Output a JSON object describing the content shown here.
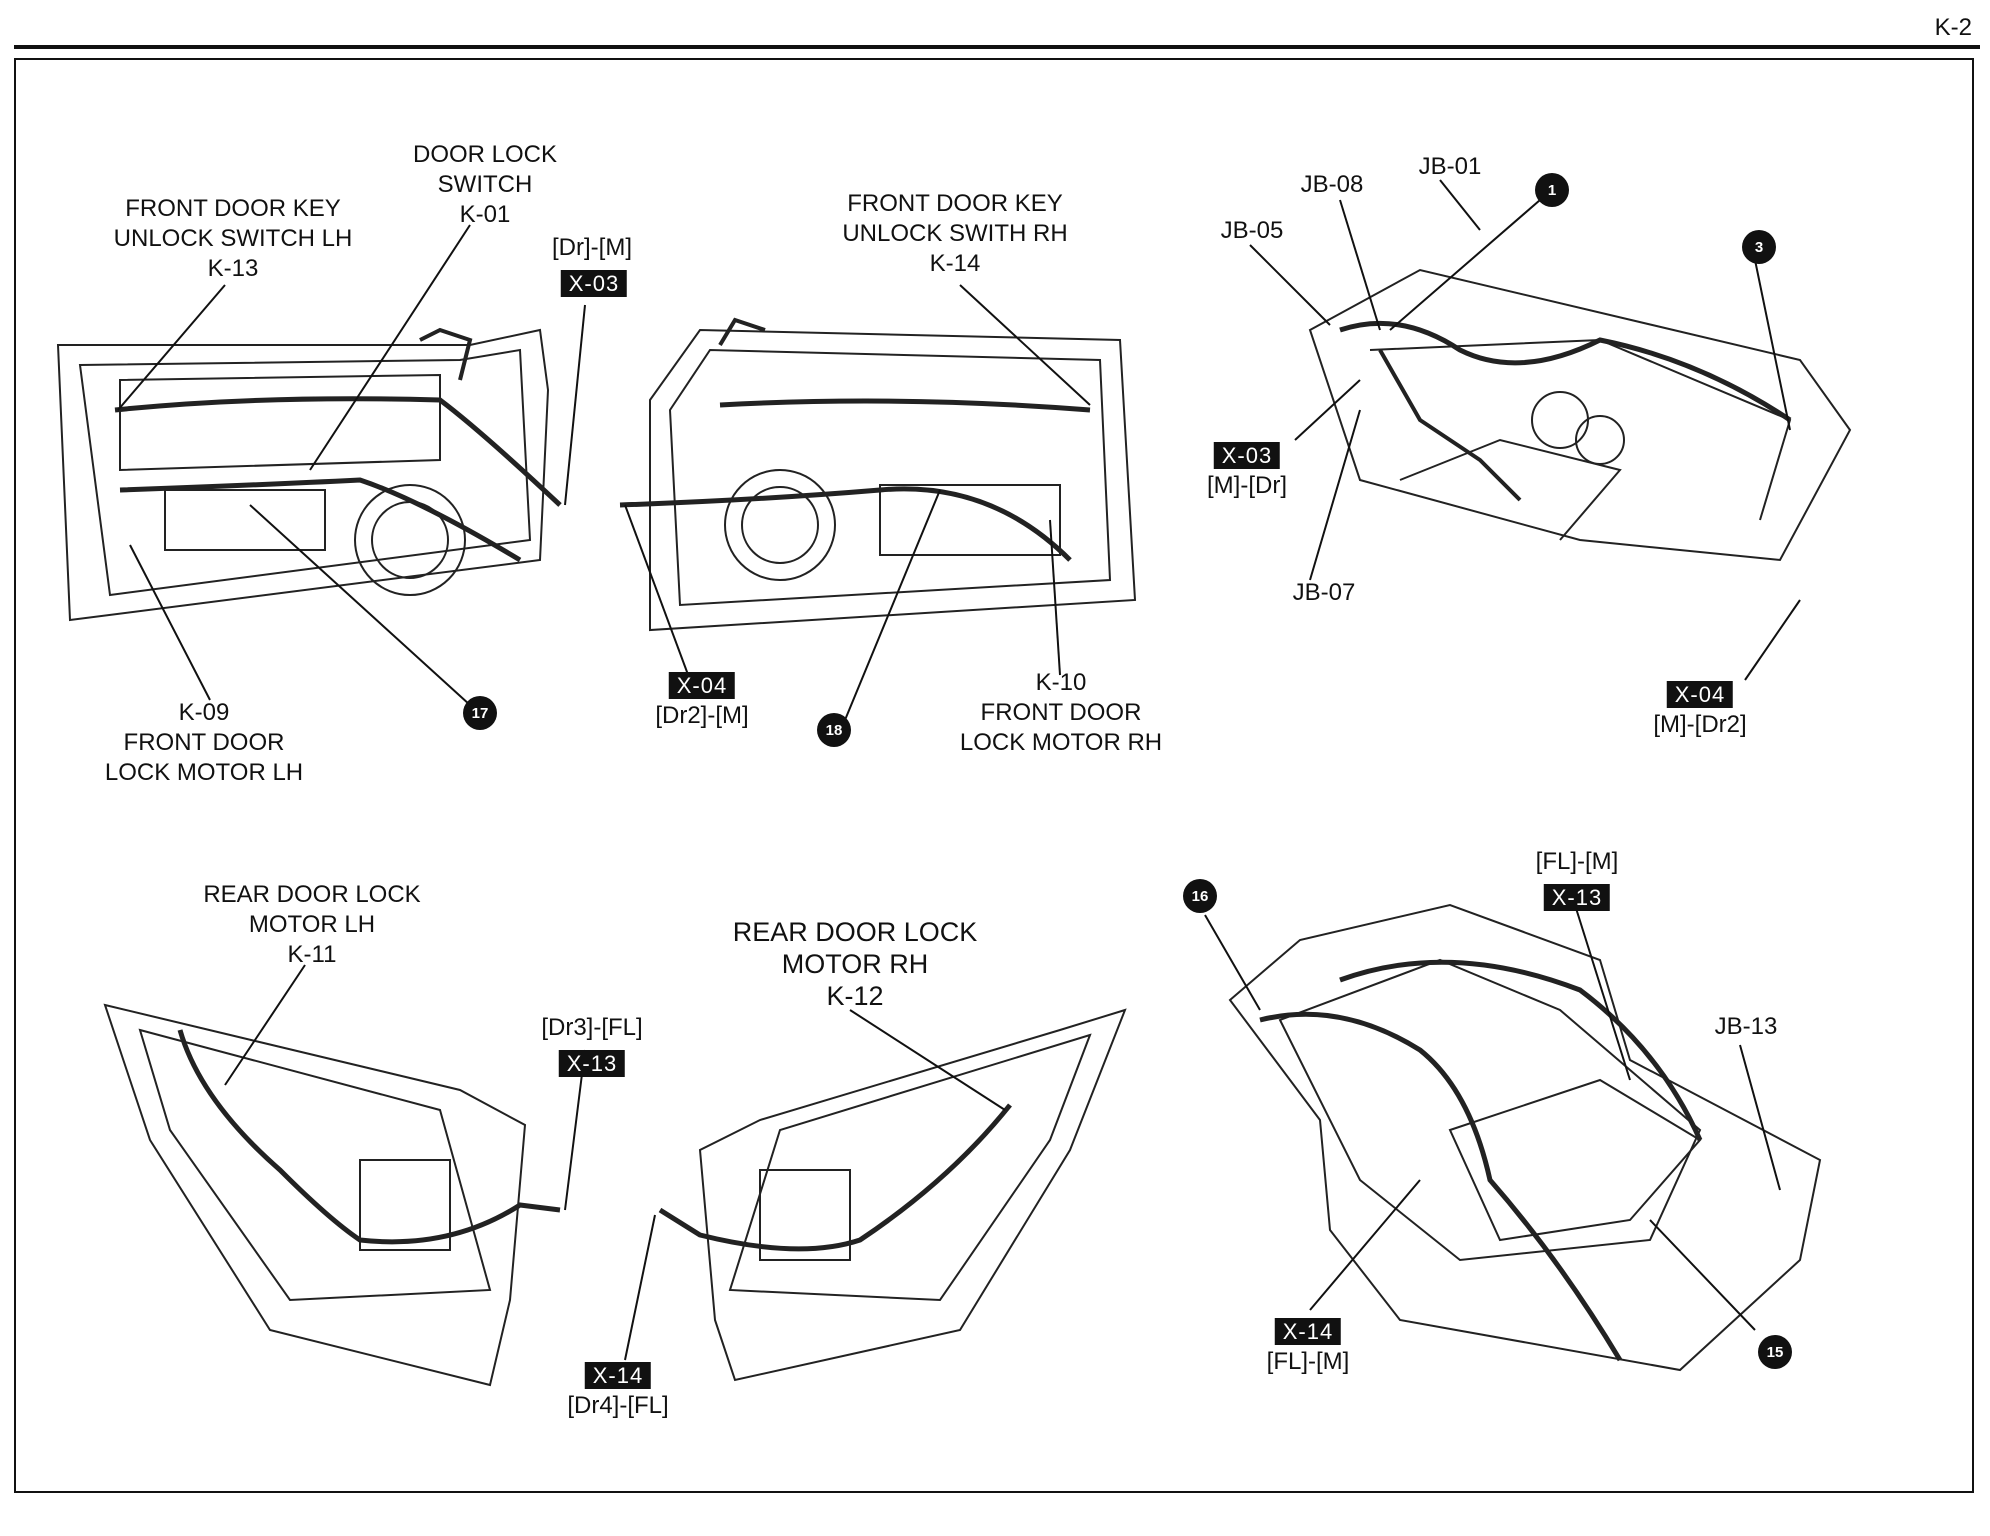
{
  "page_number": "K-2",
  "labels": {
    "front_lh_key": [
      "FRONT DOOR KEY",
      "UNLOCK SWITCH LH",
      "K-13"
    ],
    "door_lock_switch": [
      "DOOR LOCK",
      "SWITCH",
      "K-01"
    ],
    "front_rh_key": [
      "FRONT DOOR KEY",
      "UNLOCK SWITH RH",
      "K-14"
    ],
    "front_lh_motor": [
      "K-09",
      "FRONT DOOR",
      "LOCK MOTOR LH"
    ],
    "front_rh_motor": [
      "K-10",
      "FRONT DOOR",
      "LOCK MOTOR RH"
    ],
    "rear_lh_motor": [
      "REAR DOOR LOCK",
      "MOTOR LH",
      "K-11"
    ],
    "rear_rh_motor": [
      "REAR DOOR LOCK",
      "MOTOR RH",
      "K-12"
    ],
    "jb01": "JB-01",
    "jb08": "JB-08",
    "jb05": "JB-05",
    "jb07": "JB-07",
    "jb13": "JB-13"
  },
  "connectors": {
    "x03_door": {
      "sub": "[Dr]-[M]",
      "tag": "X-03"
    },
    "x04_door": {
      "tag": "X-04",
      "sub": "[Dr2]-[M]"
    },
    "x03_dash": {
      "tag": "X-03",
      "sub": "[M]-[Dr]"
    },
    "x04_dash": {
      "tag": "X-04",
      "sub": "[M]-[Dr2]"
    },
    "x13_rear": {
      "sub": "[Dr3]-[FL]",
      "tag": "X-13"
    },
    "x14_rear": {
      "tag": "X-14",
      "sub": "[Dr4]-[FL]"
    },
    "x13_floor": {
      "sub": "[FL]-[M]",
      "tag": "X-13"
    },
    "x14_floor": {
      "tag": "X-14",
      "sub": "[FL]-[M]"
    }
  },
  "markers": {
    "m1": "1",
    "m3": "3",
    "m15": "15",
    "m16": "16",
    "m17": "17",
    "m18": "18"
  }
}
